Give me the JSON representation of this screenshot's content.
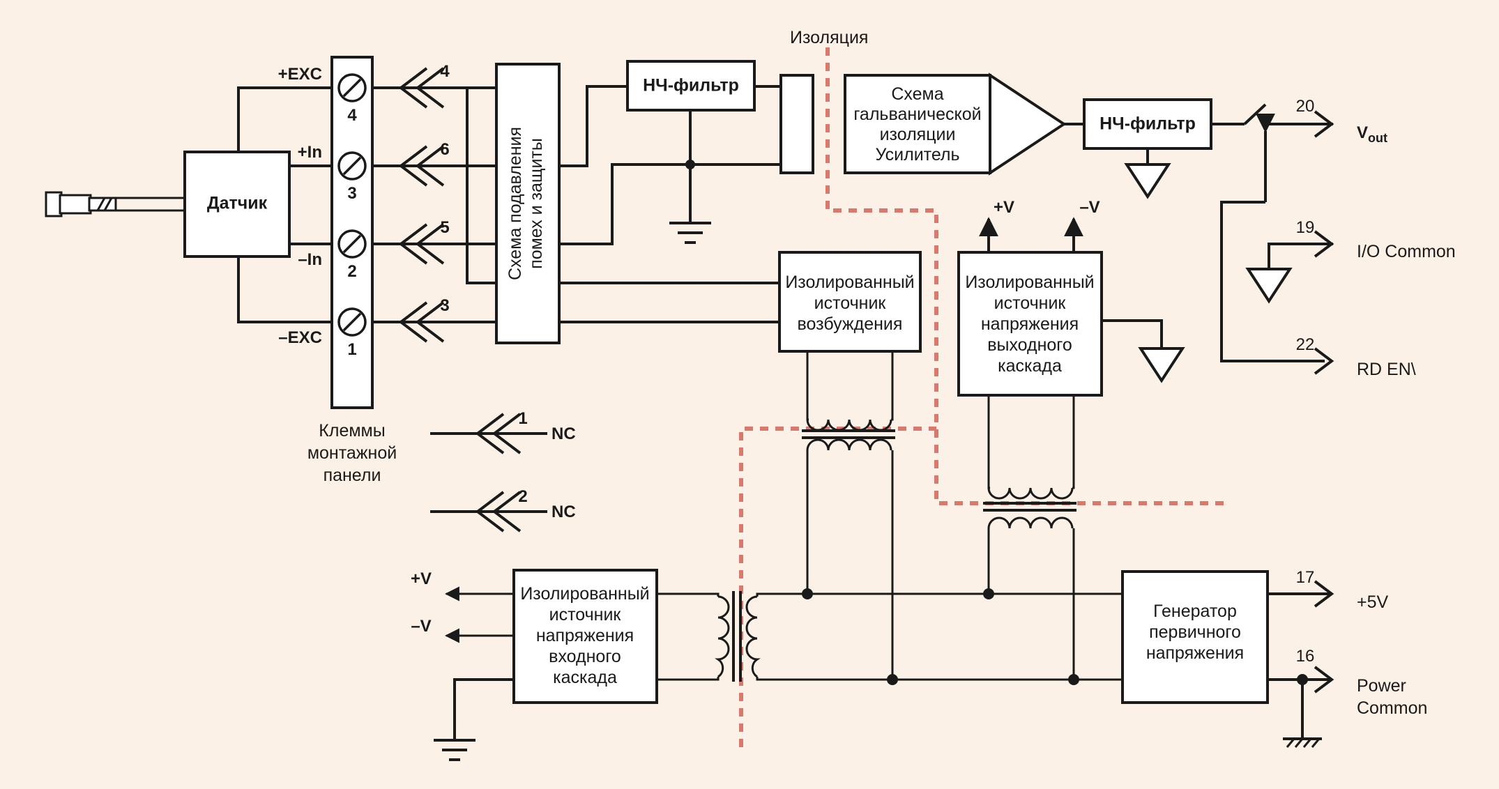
{
  "isolation_label": "Изоляция",
  "sensor": {
    "label": "Датчик"
  },
  "terminal_block": {
    "caption": [
      "Клеммы",
      "монтажной",
      "панели"
    ],
    "terminals": [
      {
        "signal": "+EXC",
        "number": "4"
      },
      {
        "signal": "+In",
        "number": "3"
      },
      {
        "signal": "–In",
        "number": "2"
      },
      {
        "signal": "–EXC",
        "number": "1"
      }
    ]
  },
  "connector_pins": [
    "4",
    "6",
    "5",
    "3"
  ],
  "nc_pins": [
    {
      "number": "1",
      "label": "NC"
    },
    {
      "number": "2",
      "label": "NC"
    }
  ],
  "protection_block": {
    "lines": [
      "Схема подавления",
      "помех и защиты"
    ]
  },
  "lpf1": {
    "label": "НЧ-фильтр"
  },
  "isolation_amp": {
    "lines": [
      "Схема",
      "гальванической",
      "изоляции",
      "Усилитель"
    ]
  },
  "lpf2": {
    "label": "НЧ-фильтр"
  },
  "excitation_source": {
    "lines": [
      "Изолированный",
      "источник",
      "возбуждения"
    ]
  },
  "output_stage_supply": {
    "lines": [
      "Изолированный",
      "источник",
      "напряжения",
      "выходного",
      "каскада"
    ],
    "plus_v": "+V",
    "minus_v": "–V"
  },
  "input_stage_supply": {
    "lines": [
      "Изолированный",
      "источник",
      "напряжения",
      "входного",
      "каскада"
    ],
    "plus_v": "+V",
    "minus_v": "–V"
  },
  "primary_generator": {
    "lines": [
      "Генератор",
      "первичного",
      "напряжения"
    ]
  },
  "outputs": [
    {
      "pin": "20",
      "label": "V",
      "sub": "out"
    },
    {
      "pin": "19",
      "label": "I/O Common"
    },
    {
      "pin": "22",
      "label": "RD EN\\"
    },
    {
      "pin": "17",
      "label": "+5V"
    },
    {
      "pin": "16",
      "label": "Power",
      "label2": "Common"
    }
  ]
}
